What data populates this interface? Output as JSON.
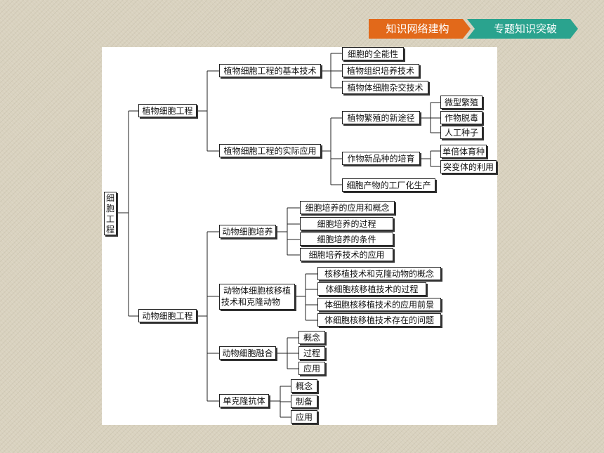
{
  "header": {
    "tab_knowledge": "知识网络建构",
    "tab_topic": "专题知识突破"
  },
  "colors": {
    "tab_knowledge": "#e2691a",
    "tab_topic": "#2aa38e"
  },
  "tree": {
    "root": "细胞工程",
    "plant": {
      "label": "植物细胞工程",
      "basic": {
        "label": "植物细胞工程的基本技术",
        "items": [
          "细胞的全能性",
          "植物组织培养技术",
          "植物体细胞杂交技术"
        ]
      },
      "application": {
        "label": "植物细胞工程的实际应用",
        "propagation": {
          "label": "植物繁殖的新途径",
          "items": [
            "微型繁殖",
            "作物脱毒",
            "人工种子"
          ]
        },
        "breeding": {
          "label": "作物新品种的培育",
          "items": [
            "单倍体育种",
            "突变体的利用"
          ]
        },
        "production": "细胞产物的工厂化生产"
      }
    },
    "animal": {
      "label": "动物细胞工程",
      "culture": {
        "label": "动物细胞培养",
        "items": [
          "细胞培养的应用和概念",
          "细胞培养的过程",
          "细胞培养的条件",
          "细胞培养技术的应用"
        ]
      },
      "transfer": {
        "label_line1": "动物体细胞核移植",
        "label_line2": "技术和克隆动物",
        "items": [
          "核移植技术和克隆动物的概念",
          "体细胞核移植技术的过程",
          "体细胞核移植技术的应用前景",
          "体细胞核移植技术存在的问题"
        ]
      },
      "fusion": {
        "label": "动物细胞融合",
        "items": [
          "概念",
          "过程",
          "应用"
        ]
      },
      "antibody": {
        "label": "单克隆抗体",
        "items": [
          "概念",
          "制备",
          "应用"
        ]
      }
    }
  }
}
